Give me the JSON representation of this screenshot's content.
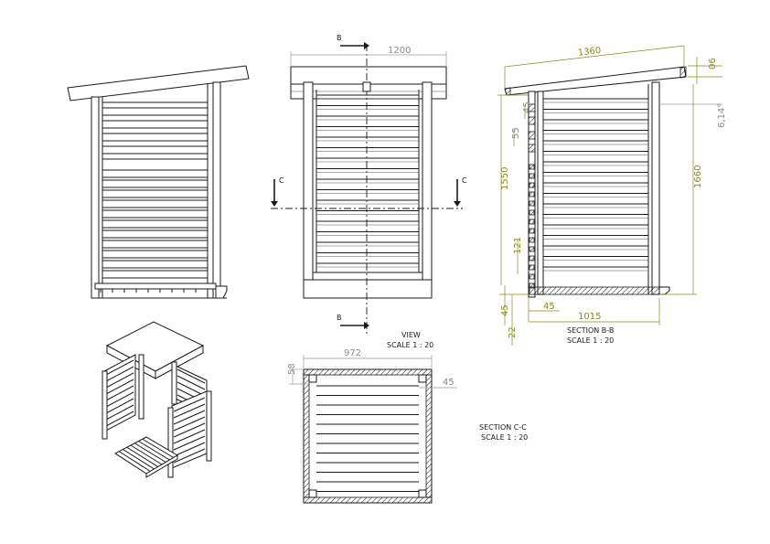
{
  "view_label": "VIEW",
  "view_scale": "SCALE 1 : 20",
  "section_bb_label": "SECTION B-B",
  "section_bb_scale": "SCALE 1 : 20",
  "section_cc_label": "SECTION C-C",
  "section_cc_scale": "SCALE 1 : 20",
  "cut_markers": {
    "b_top": "B",
    "b_bottom": "B",
    "c_left": "C",
    "c_right": "C"
  },
  "dimensions": {
    "front_width": "1200",
    "roof_length": "1360",
    "roof_thickness": "06",
    "roof_angle": "6,14°",
    "height_total": "1660",
    "height_wall": "1550",
    "board_45": "45",
    "board_55": "55",
    "bottom_121": "121",
    "foot_45": "45",
    "foot_22": "22",
    "depth_1015": "1015",
    "side_45": "45",
    "plan_width": "972",
    "plan_58": "58",
    "plan_45": "45"
  },
  "colors": {
    "dimension": "#8a8a1e",
    "line": "#1a1a1a",
    "secondary_dimension": "#8a8a8a"
  }
}
